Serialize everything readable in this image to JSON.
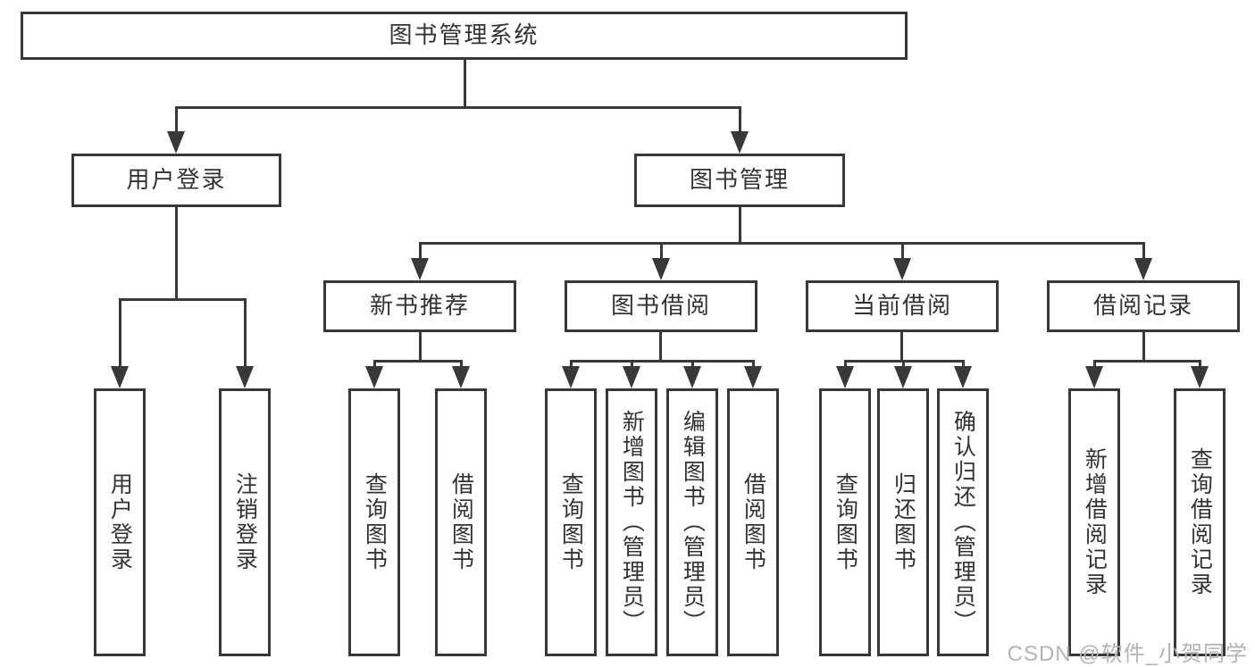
{
  "tree": {
    "root": {
      "label": "图书管理系统",
      "children": [
        {
          "label": "用户登录",
          "children": [
            {
              "label": "用户登录"
            },
            {
              "label": "注销登录"
            }
          ]
        },
        {
          "label": "图书管理",
          "children": [
            {
              "label": "新书推荐",
              "children": [
                {
                  "label": "查询图书"
                },
                {
                  "label": "借阅图书"
                }
              ]
            },
            {
              "label": "图书借阅",
              "children": [
                {
                  "label": "查询图书"
                },
                {
                  "label": "新增图书（管理员）"
                },
                {
                  "label": "编辑图书（管理员）"
                },
                {
                  "label": "借阅图书"
                }
              ]
            },
            {
              "label": "当前借阅",
              "children": [
                {
                  "label": "查询图书"
                },
                {
                  "label": "归还图书"
                },
                {
                  "label": "确认归还（管理员）"
                }
              ]
            },
            {
              "label": "借阅记录",
              "children": [
                {
                  "label": "新增借阅记录"
                },
                {
                  "label": "查询借阅记录"
                }
              ]
            }
          ]
        }
      ]
    }
  },
  "watermark": {
    "text": "CSDN @软件_小贺同学"
  },
  "colors": {
    "line": "#383838",
    "text": "#333333",
    "background": "#ffffff",
    "watermark": "#b4b4b4"
  }
}
